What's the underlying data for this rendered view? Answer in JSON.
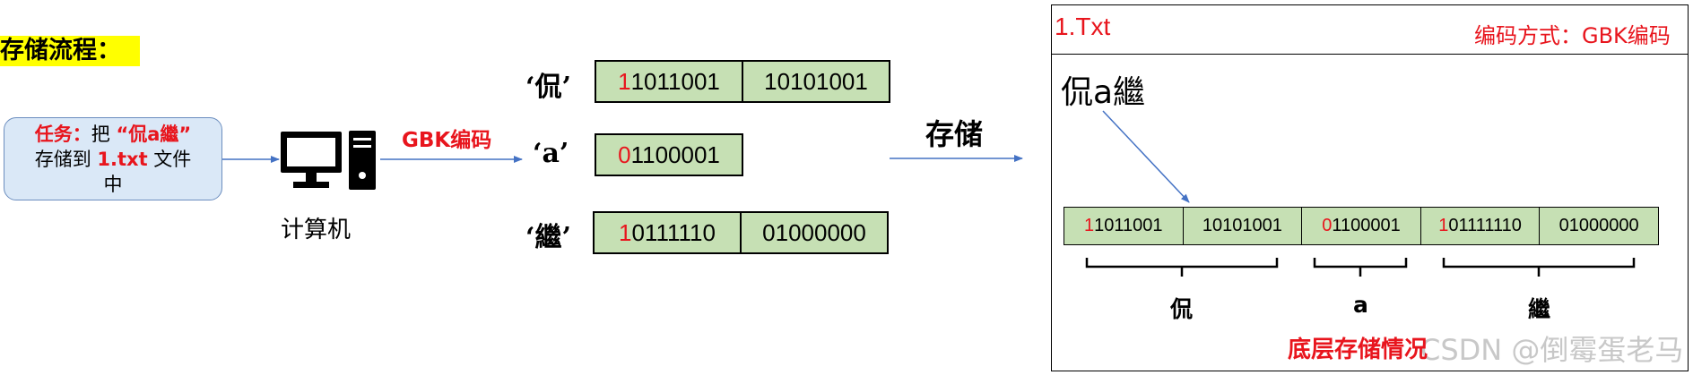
{
  "title": "存储流程：",
  "task": {
    "label": "任务：",
    "text_1": "把 ",
    "quoted": "“侃a繼”",
    "text_2": "存储到 ",
    "filename": "1.txt",
    "text_3": " 文件",
    "text_4": "中"
  },
  "computer": {
    "label": "计算机",
    "icon": "computer-icon"
  },
  "encode_label": "GBK编码",
  "store_label": "存储",
  "chars": [
    {
      "label": "‘侃’",
      "first_bit": "1",
      "byte1_rest": "1011001",
      "byte2": "10101001"
    },
    {
      "label": "‘a’",
      "first_bit": "0",
      "byte1_rest": "1100001"
    },
    {
      "label": "‘繼’",
      "first_bit": "1",
      "byte1_rest": "0111110",
      "byte2": "01000000"
    }
  ],
  "file_panel": {
    "filename": "1.Txt",
    "encoding": "编码方式：GBK编码",
    "content": "侃a繼",
    "bytes": [
      {
        "first_bit": "1",
        "rest": "1011001"
      },
      {
        "first_bit": "",
        "rest": "10101001"
      },
      {
        "first_bit": "0",
        "rest": "1100001"
      },
      {
        "first_bit": "1",
        "rest": "01111110"
      },
      {
        "first_bit": "",
        "rest": "01000000"
      }
    ],
    "brace_labels": [
      "侃",
      "a",
      "繼"
    ],
    "caption": "底层存储情况"
  },
  "watermark": "CSDN @倒霉蛋老马",
  "colors": {
    "accent_red": "#e8151d",
    "cell_fill": "#c6e0b4",
    "arrow_blue": "#4472c4",
    "task_fill": "#dae8f7",
    "highlight": "#ffff00"
  }
}
